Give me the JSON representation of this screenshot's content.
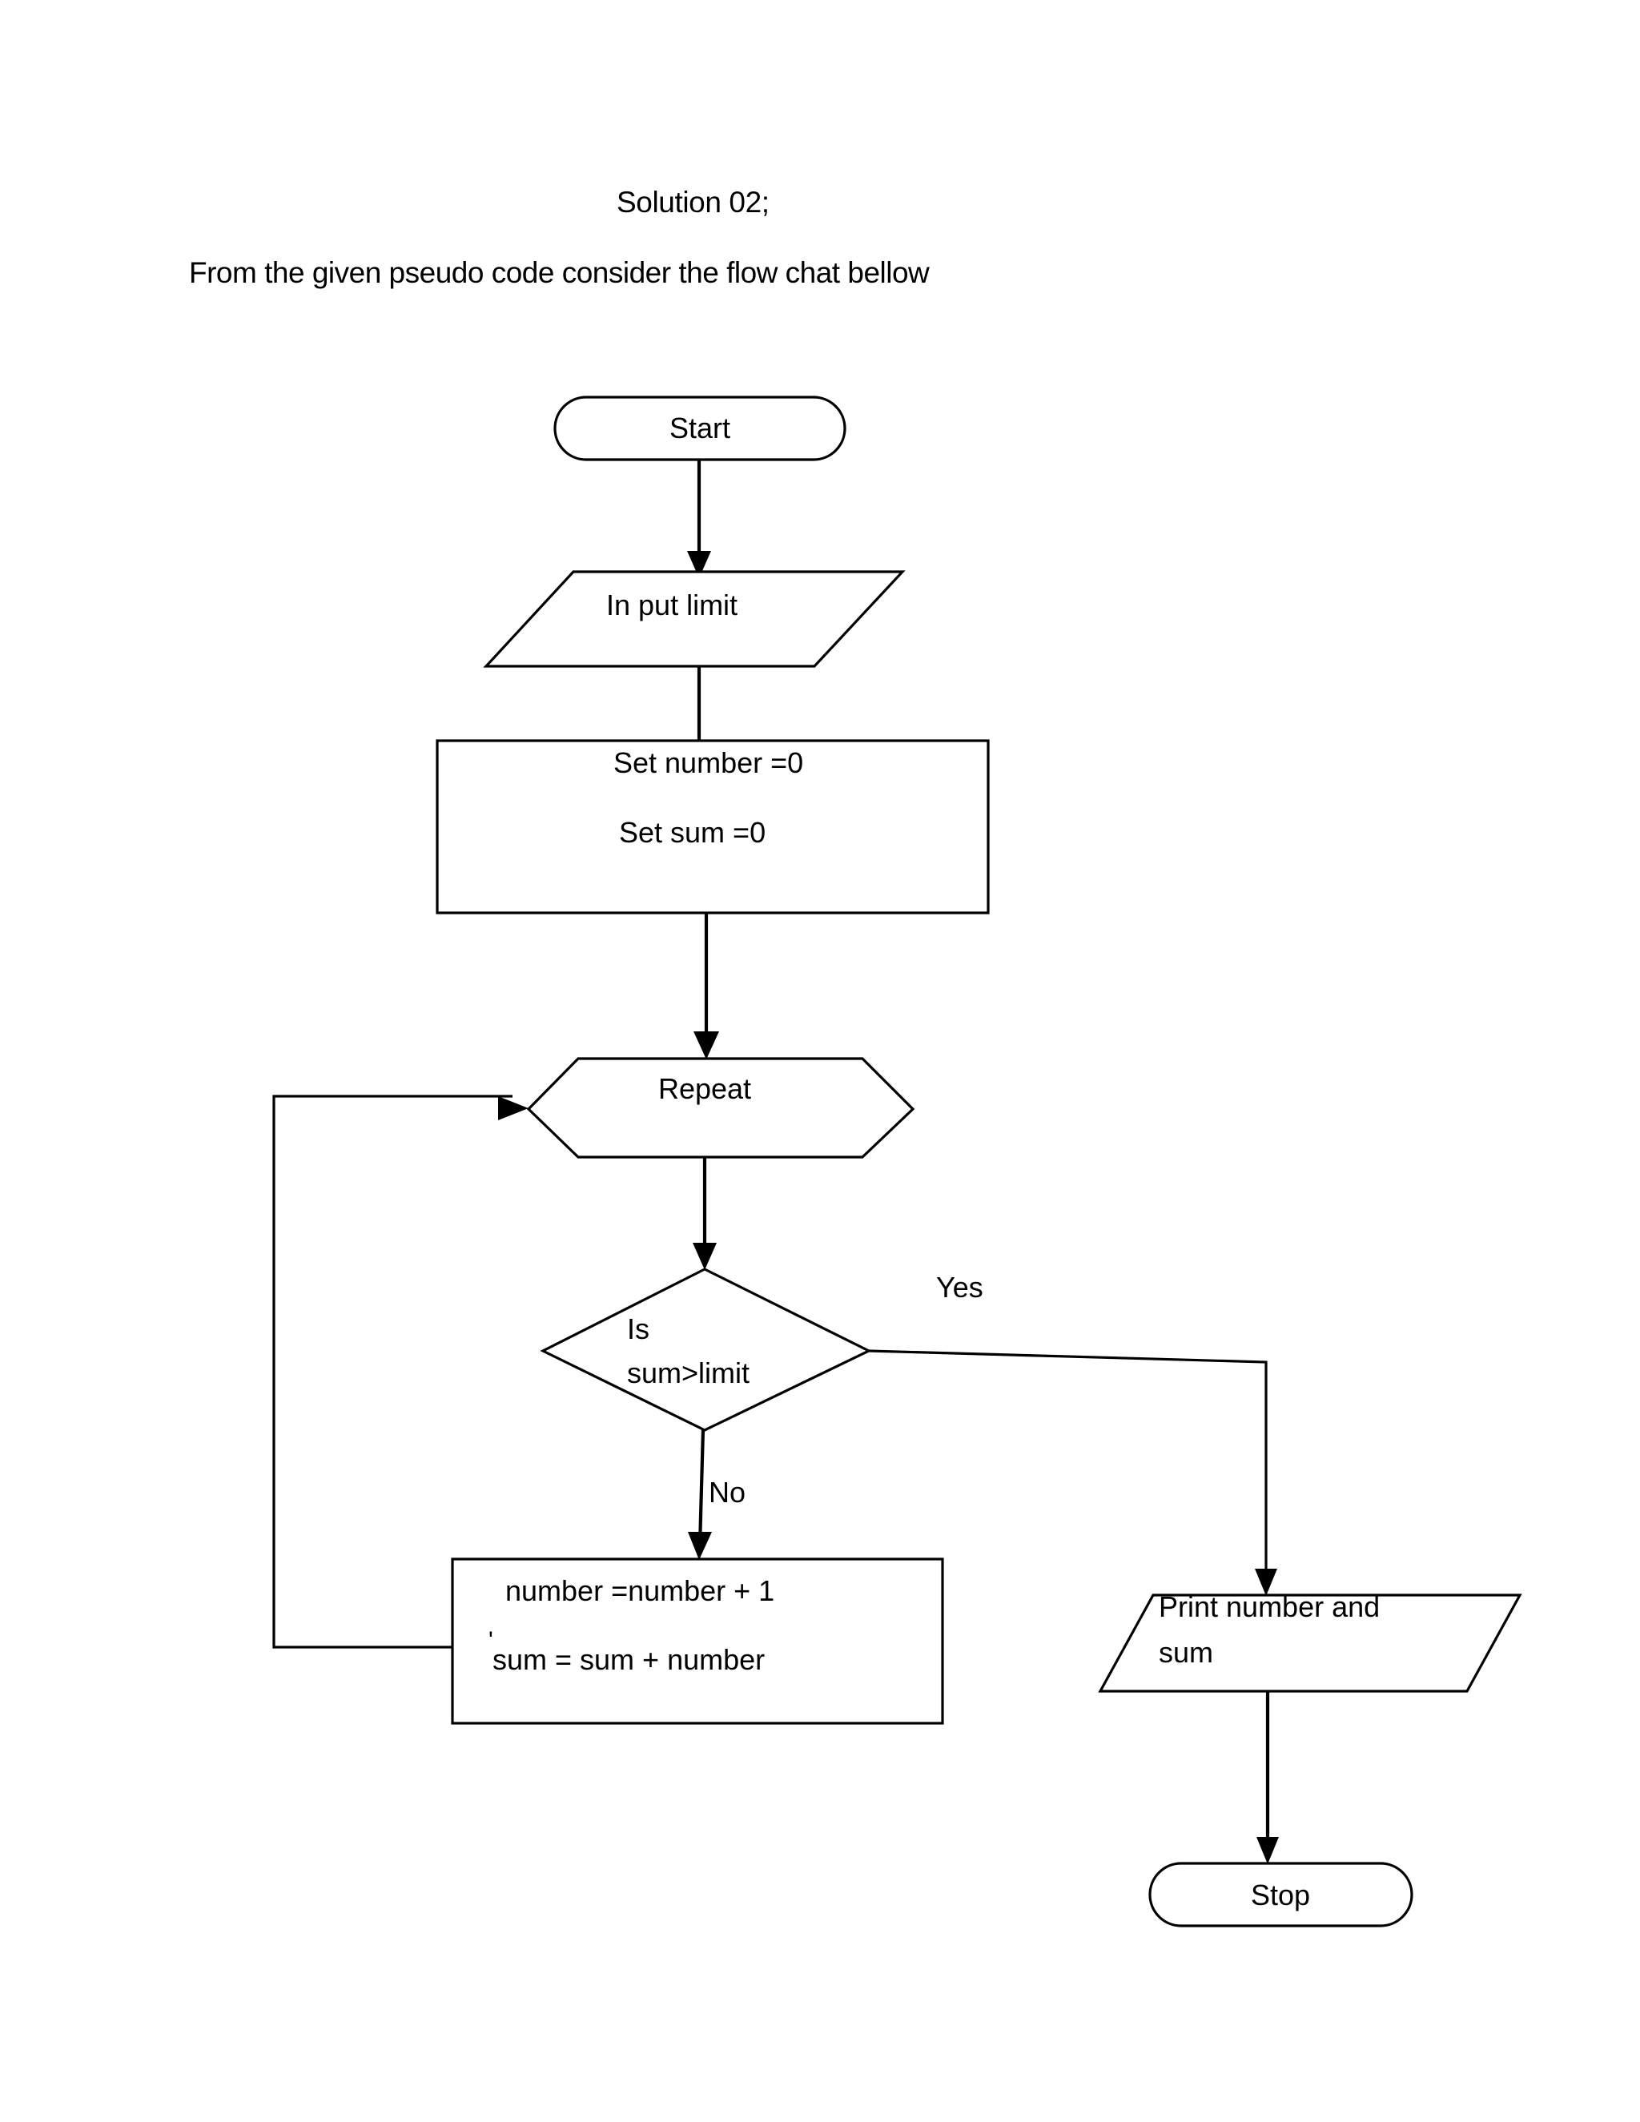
{
  "document": {
    "title": "Solution 02;",
    "subtitle": "From the given pseudo code consider the flow chat bellow"
  },
  "flowchart": {
    "nodes": {
      "start": {
        "label": "Start",
        "shape": "terminator"
      },
      "input_limit": {
        "label": "In put limit",
        "shape": "parallelogram"
      },
      "init": {
        "line1": "Set number =0",
        "line2": "Set sum =0",
        "shape": "process"
      },
      "repeat": {
        "label": "Repeat",
        "shape": "hexagon"
      },
      "decision": {
        "line1": "Is",
        "line2": "sum>limit",
        "shape": "diamond"
      },
      "increment": {
        "line1": "number =number + 1",
        "line2": "sum = sum + number",
        "stray_mark": "'",
        "shape": "process"
      },
      "print": {
        "line1": "Print number and",
        "line2": "sum",
        "shape": "parallelogram"
      },
      "stop": {
        "label": "Stop",
        "shape": "terminator"
      }
    },
    "edges": {
      "yes_label": "Yes",
      "no_label": "No"
    },
    "colors": {
      "stroke": "#000000",
      "fill": "#ffffff",
      "text": "#000000"
    }
  }
}
